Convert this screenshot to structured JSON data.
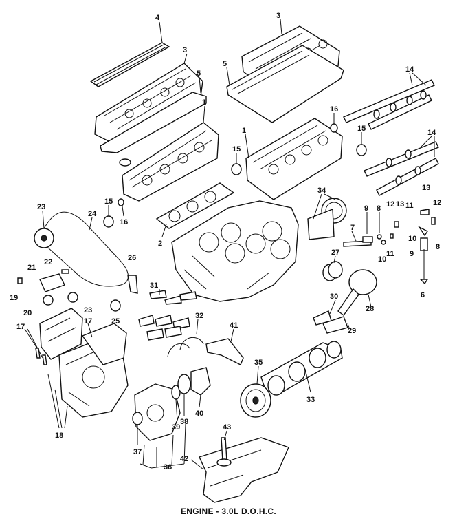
{
  "caption": "ENGINE - 3.0L D.O.H.C.",
  "callouts": [
    {
      "id": "c4",
      "text": "4"
    },
    {
      "id": "c3a",
      "text": "3"
    },
    {
      "id": "c3b",
      "text": "3"
    },
    {
      "id": "c5a",
      "text": "5"
    },
    {
      "id": "c5b",
      "text": "5"
    },
    {
      "id": "c1a",
      "text": "1"
    },
    {
      "id": "c1b",
      "text": "1"
    },
    {
      "id": "c14a",
      "text": "14"
    },
    {
      "id": "c14b",
      "text": "14"
    },
    {
      "id": "c16a",
      "text": "16"
    },
    {
      "id": "c16b",
      "text": "16"
    },
    {
      "id": "c15a",
      "text": "15"
    },
    {
      "id": "c15b",
      "text": "15"
    },
    {
      "id": "c15c",
      "text": "15"
    },
    {
      "id": "c2",
      "text": "2"
    },
    {
      "id": "c23a",
      "text": "23"
    },
    {
      "id": "c23b",
      "text": "23"
    },
    {
      "id": "c24",
      "text": "24"
    },
    {
      "id": "c34",
      "text": "34"
    },
    {
      "id": "c9a",
      "text": "9"
    },
    {
      "id": "c8a",
      "text": "8"
    },
    {
      "id": "c7",
      "text": "7"
    },
    {
      "id": "c12a",
      "text": "12"
    },
    {
      "id": "c13a",
      "text": "13"
    },
    {
      "id": "c11a",
      "text": "11"
    },
    {
      "id": "c13b",
      "text": "13"
    },
    {
      "id": "c12b",
      "text": "12"
    },
    {
      "id": "c10a",
      "text": "10"
    },
    {
      "id": "c11b",
      "text": "11"
    },
    {
      "id": "c10b",
      "text": "10"
    },
    {
      "id": "c8b",
      "text": "8"
    },
    {
      "id": "c9b",
      "text": "9"
    },
    {
      "id": "c6",
      "text": "6"
    },
    {
      "id": "c27",
      "text": "27"
    },
    {
      "id": "c21",
      "text": "21"
    },
    {
      "id": "c22",
      "text": "22"
    },
    {
      "id": "c26",
      "text": "26"
    },
    {
      "id": "c19",
      "text": "19"
    },
    {
      "id": "c20",
      "text": "20"
    },
    {
      "id": "c25",
      "text": "25"
    },
    {
      "id": "c31",
      "text": "31"
    },
    {
      "id": "c32",
      "text": "32"
    },
    {
      "id": "c30",
      "text": "30"
    },
    {
      "id": "c28",
      "text": "28"
    },
    {
      "id": "c29",
      "text": "29"
    },
    {
      "id": "c17a",
      "text": "17"
    },
    {
      "id": "c17b",
      "text": "17"
    },
    {
      "id": "c41",
      "text": "41"
    },
    {
      "id": "c35",
      "text": "35"
    },
    {
      "id": "c33",
      "text": "33"
    },
    {
      "id": "c39",
      "text": "39"
    },
    {
      "id": "c38",
      "text": "38"
    },
    {
      "id": "c40",
      "text": "40"
    },
    {
      "id": "c18",
      "text": "18"
    },
    {
      "id": "c37",
      "text": "37"
    },
    {
      "id": "c36",
      "text": "36"
    },
    {
      "id": "c43",
      "text": "43"
    },
    {
      "id": "c42",
      "text": "42"
    }
  ]
}
